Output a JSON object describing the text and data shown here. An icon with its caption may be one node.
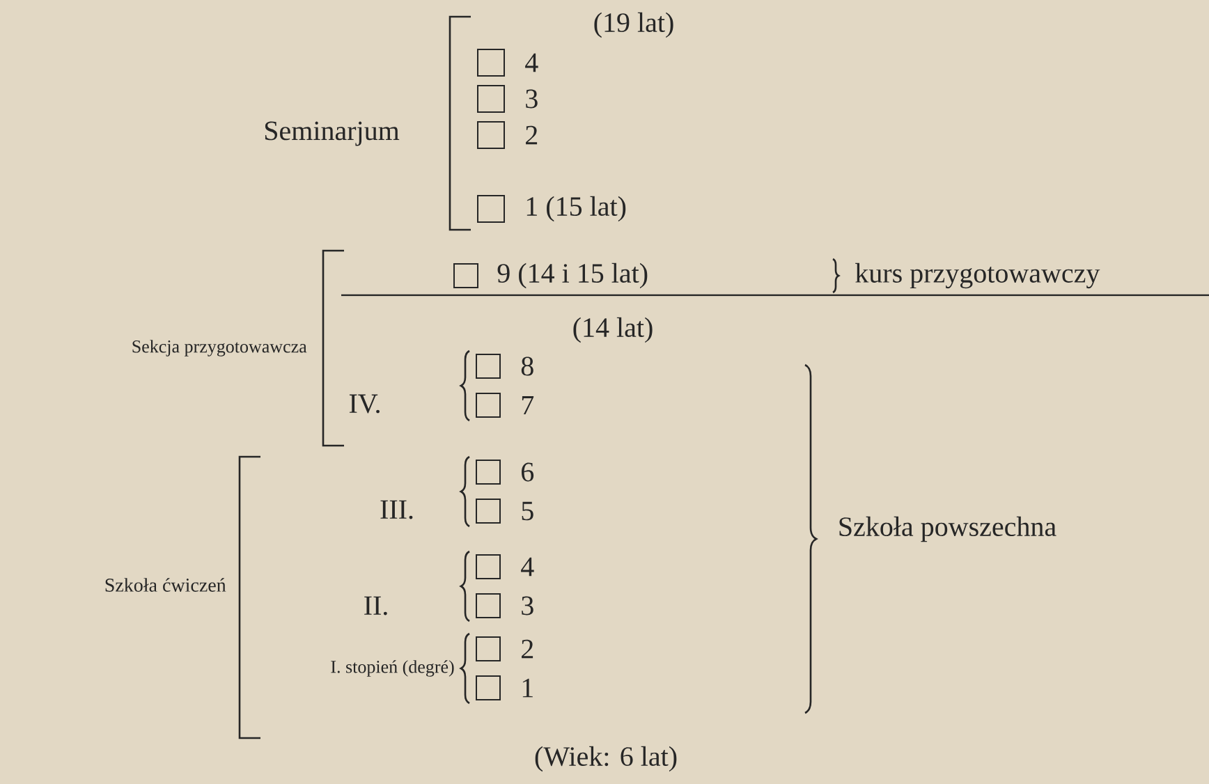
{
  "diagram": {
    "labels": [
      "(19 lat)",
      "4",
      "Seminarjum",
      "3",
      "2",
      "1 (15 lat)",
      "9 (14 i 15 lat)",
      "kurs przygotowawczy",
      "(14 lat)",
      "Sekcja przygotowawcza",
      "8",
      "IV.",
      "7",
      "6",
      "III.",
      "5",
      "Szkoła powszechna",
      "4",
      "Szkoła ćwiczeń",
      "II.",
      "3",
      "I. stopień (degré)",
      "2",
      "1",
      "(Wiek: 6 lat)"
    ]
  }
}
